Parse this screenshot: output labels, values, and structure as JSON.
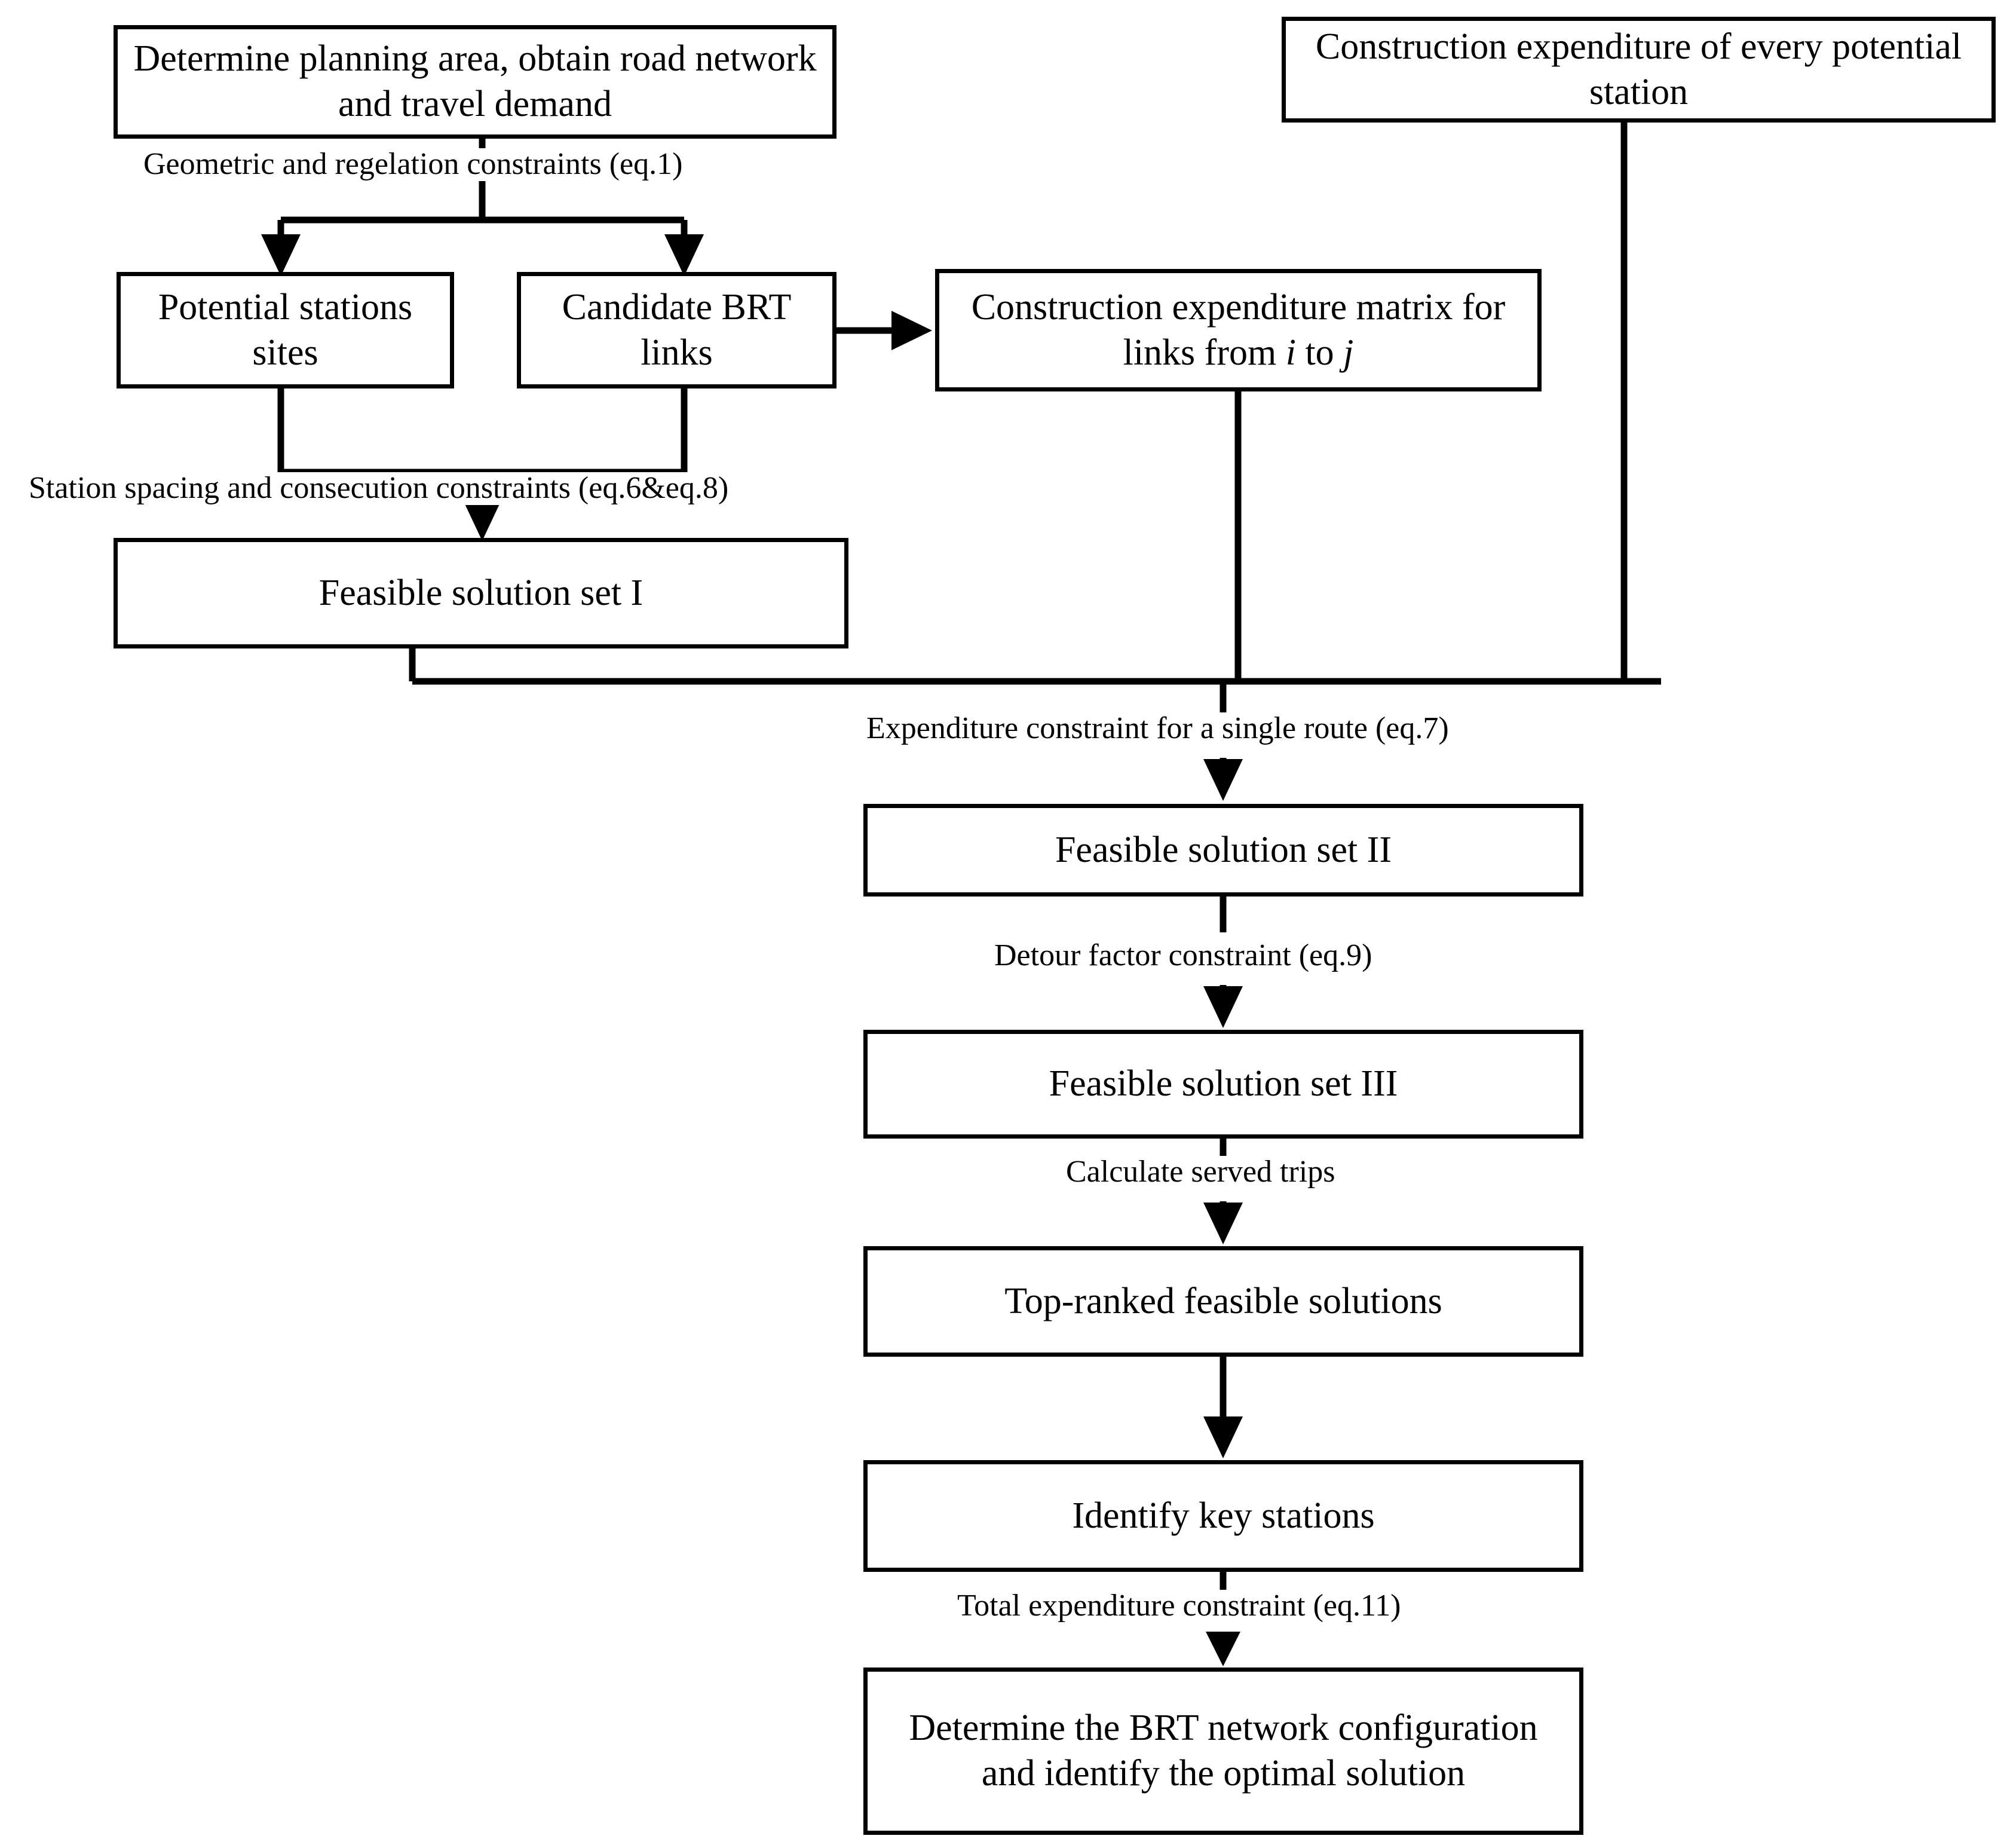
{
  "diagram": {
    "title_present": false,
    "nodes": {
      "n1": "Determine planning area, obtain road network and travel demand",
      "n2": "Construction expenditure of every potential station",
      "n3": "Potential stations sites",
      "n4": "Candidate BRT links",
      "n5_part1": "Construction expenditure matrix for links from ",
      "n5_i": "i",
      "n5_mid": " to ",
      "n5_j": "j",
      "n6": "Feasible solution set I",
      "n7": "Feasible solution set II",
      "n8": "Feasible solution set III",
      "n9": "Top-ranked feasible solutions",
      "n10": "Identify key stations",
      "n11": "Determine the BRT network configuration and identify the optimal solution"
    },
    "edge_labels": {
      "e1": "Geometric and regelation constraints (eq.1)",
      "e2": "Station spacing  and consecution constraints (eq.6&eq.8)",
      "e3": "Expenditure constraint for a single route (eq.7)",
      "e4": "Detour factor constraint (eq.9)",
      "e5": "Calculate served trips",
      "e6": "Total expenditure constraint (eq.11)"
    },
    "colors": {
      "stroke": "#000000",
      "background": "#ffffff",
      "text": "#000000"
    }
  }
}
